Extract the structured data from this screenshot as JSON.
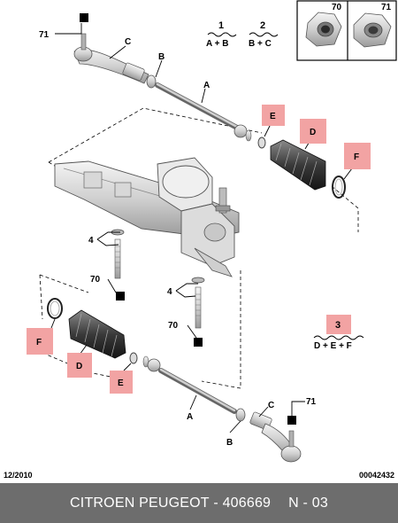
{
  "callouts": {
    "c71": "71",
    "c70": "70",
    "cA": "A",
    "cB": "B",
    "cC": "C",
    "cD": "D",
    "cE": "E",
    "cF": "F",
    "c4": "4"
  },
  "legend": {
    "one_num": "1",
    "one_formula": "A + B",
    "two_num": "2",
    "two_formula": "B + C",
    "three_num": "3",
    "three_formula": "D + E + F"
  },
  "nut_box": {
    "left_label": "70",
    "right_label": "71"
  },
  "meta": {
    "date": "12/2010",
    "ref": "00042432"
  },
  "footer": {
    "brand": "CITROEN PEUGEOT",
    "sep": " - ",
    "part": "406669",
    "page": "N - 03"
  },
  "colors": {
    "highlight": "#f2a3a3",
    "footer_bg": "#6d6d6d"
  }
}
